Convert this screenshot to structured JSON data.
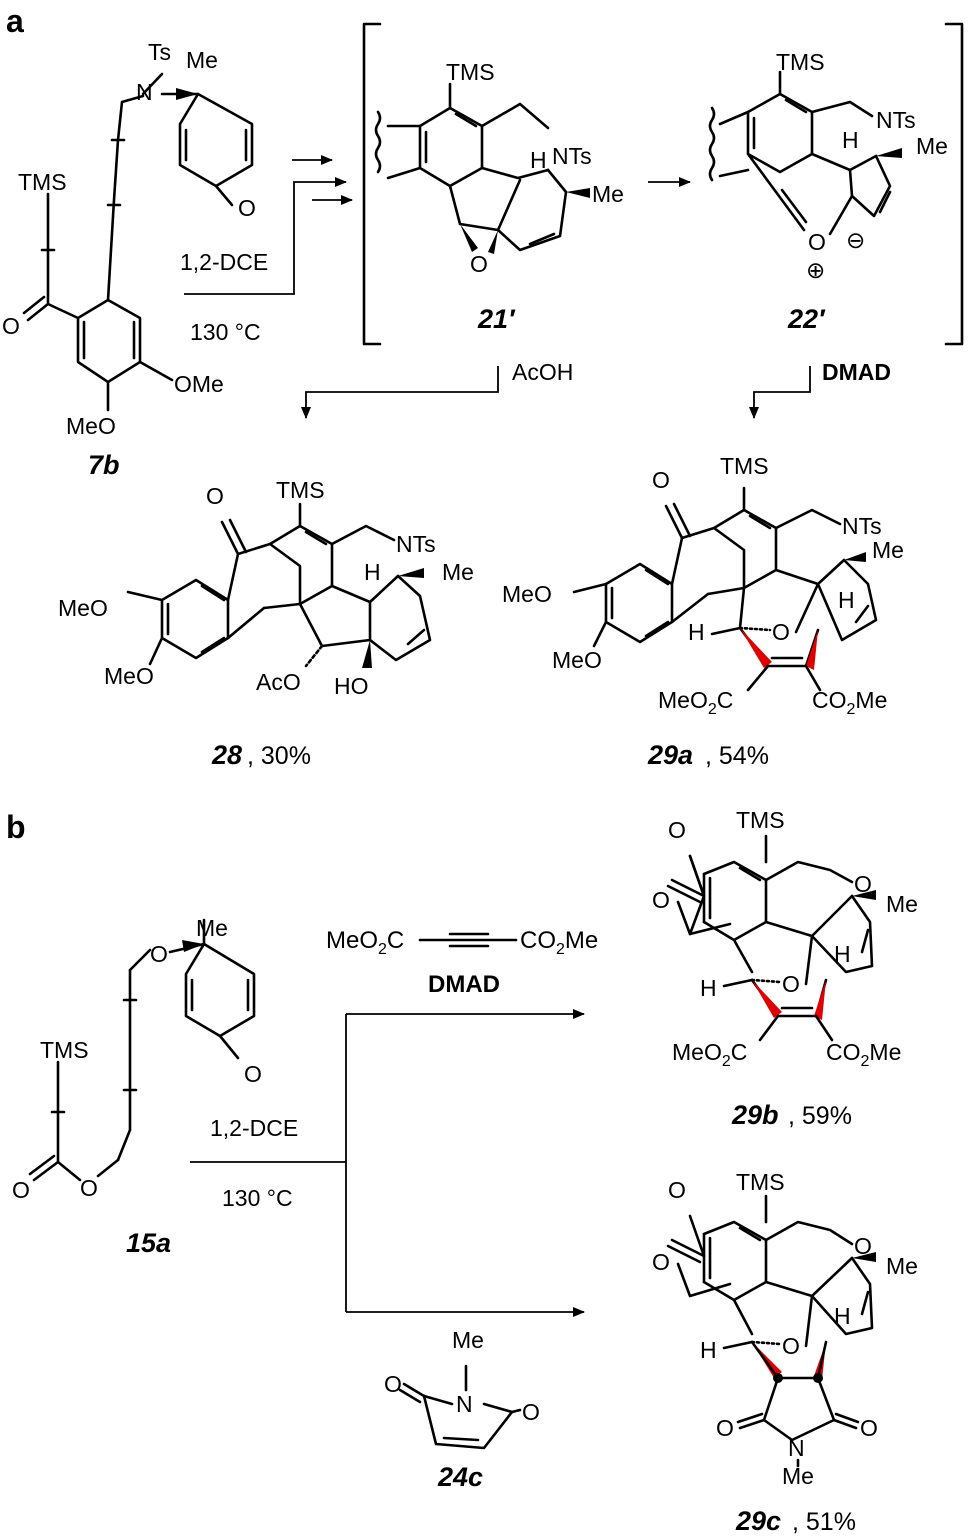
{
  "panels": {
    "a": "a",
    "b": "b"
  },
  "panel_a": {
    "start": {
      "id": "7b",
      "labels": {
        "ts": "Ts",
        "n": "N",
        "me": "Me",
        "tms": "TMS",
        "o_ketone": "O",
        "o_ynone": "O",
        "ome": "OMe",
        "meo": "MeO"
      }
    },
    "conditions": {
      "solvent": "1,2-DCE",
      "temp": "130 °C"
    },
    "int1": {
      "id": "21′",
      "labels": {
        "tms": "TMS",
        "h": "H",
        "nts": "NTs",
        "me": "Me",
        "o": "O"
      }
    },
    "int2": {
      "id": "22′",
      "labels": {
        "tms": "TMS",
        "h": "H",
        "nts": "NTs",
        "me": "Me",
        "o": "O",
        "minus": "⊖",
        "plus": "⊕"
      }
    },
    "reagent_left": "AcOH",
    "reagent_right": "DMAD",
    "prod28": {
      "id": "28",
      "yield": ", 30%",
      "labels": {
        "o": "O",
        "tms": "TMS",
        "nts": "NTs",
        "h": "H",
        "me": "Me",
        "meo1": "MeO",
        "meo2": "MeO",
        "aco": "AcO",
        "ho": "HO"
      }
    },
    "prod29a": {
      "id": "29a",
      "yield": ", 54%",
      "labels": {
        "o": "O",
        "tms": "TMS",
        "nts": "NTs",
        "me": "Me",
        "h1": "H",
        "h2": "H",
        "o_bridge": "O",
        "meo1": "MeO",
        "meo2": "MeO",
        "ester1": "MeO",
        "ester1_sub": "2",
        "ester1_end": "C",
        "ester2": "CO",
        "ester2_sub": "2",
        "ester2_end": "Me"
      }
    }
  },
  "panel_b": {
    "start": {
      "id": "15a",
      "labels": {
        "o_ether": "O",
        "me": "Me",
        "o_ketone": "O",
        "tms": "TMS",
        "o_carbonyl": "O",
        "o_ester": "O"
      }
    },
    "conditions": {
      "solvent": "1,2-DCE",
      "temp": "130 °C"
    },
    "dmad": {
      "name": "DMAD",
      "left": "MeO",
      "left_sub": "2",
      "left_end": "C",
      "right": "CO",
      "right_sub": "2",
      "right_end": "Me"
    },
    "maleimide": {
      "id": "24c",
      "labels": {
        "me": "Me",
        "n": "N",
        "o1": "O",
        "o2": "O"
      }
    },
    "prod29b": {
      "id": "29b",
      "yield": ", 59%",
      "labels": {
        "o_lactone_c": "O",
        "o_lactone": "O",
        "tms": "TMS",
        "o_pyran": "O",
        "me": "Me",
        "h1": "H",
        "h2": "H",
        "o_bridge": "O",
        "ester1": "MeO",
        "ester1_sub": "2",
        "ester1_end": "C",
        "ester2": "CO",
        "ester2_sub": "2",
        "ester2_end": "Me"
      }
    },
    "prod29c": {
      "id": "29c",
      "yield": ", 51%",
      "labels": {
        "o_lactone_c": "O",
        "o_lactone": "O",
        "tms": "TMS",
        "o_pyran": "O",
        "me": "Me",
        "h1": "H",
        "h2": "H",
        "o_bridge": "O",
        "o_imide1": "O",
        "o_imide2": "O",
        "n": "N",
        "n_me": "Me"
      }
    }
  },
  "colors": {
    "stereo_wedge": "#e00000",
    "ink": "#000000"
  }
}
